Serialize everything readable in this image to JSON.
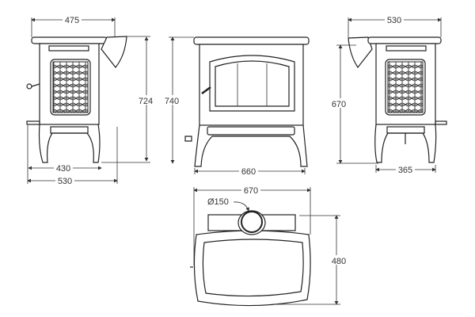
{
  "dimensions": {
    "side_left": {
      "top_depth": "475",
      "height": "724",
      "leg_depth": "430",
      "overall_depth": "530"
    },
    "front": {
      "height": "740",
      "width": "660"
    },
    "side_right": {
      "overall_depth": "530",
      "flue_height": "670",
      "leg_depth": "365"
    },
    "top": {
      "overall_width": "670",
      "flue_diameter": "Ø150",
      "depth": "480"
    }
  },
  "colors": {
    "line": "#222222",
    "background": "#ffffff"
  }
}
